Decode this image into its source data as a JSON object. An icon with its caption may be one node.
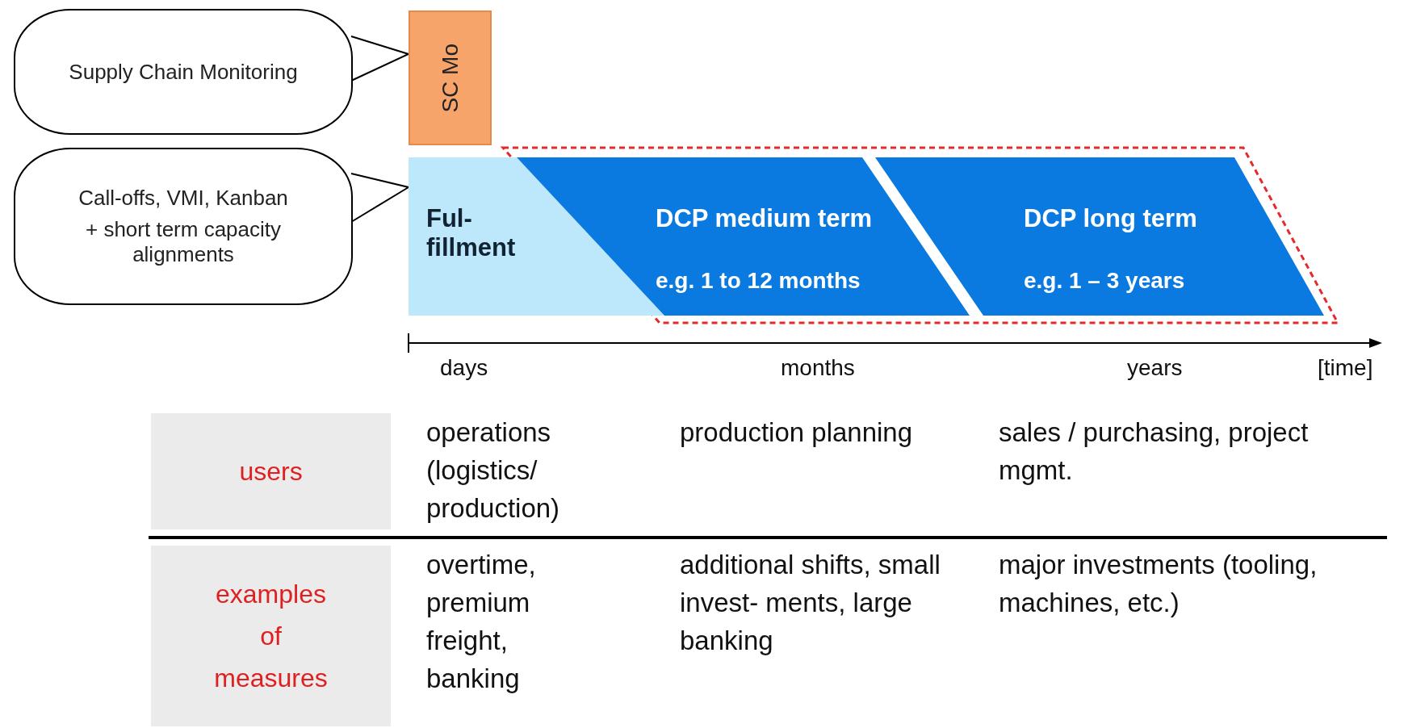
{
  "diagram": {
    "nodes": [
      {
        "text": [
          "Supply Chain Monitoring"
        ]
      },
      {
        "text": [
          "SC Mo"
        ]
      },
      {
        "text": [
          "Call-offs, VMI, Kanban",
          "+ short term capacity alignments"
        ]
      },
      {
        "text": [
          "Ful- fillment"
        ]
      },
      {
        "text": [
          "DCP medium term",
          "e.g. 1 to 12 months"
        ]
      },
      {
        "text": [
          "DCP long term",
          "e.g. 1 – 3 years"
        ]
      }
    ],
    "edges": [
      {
        "from": 0,
        "to": 1,
        "arrow": "to"
      },
      {
        "from": 2,
        "to": 3,
        "arrow": "to"
      }
    ],
    "labels": [
      "days",
      "months",
      "years",
      "[time]",
      "users",
      "operations (logistics/ production)",
      "production planning",
      "sales / purchasing, project mgmt.",
      "examples of measures",
      "overtime, premium freight, banking",
      "additional shifts, small invest- ments, large banking",
      "major investments (tooling, machines, etc.)"
    ]
  }
}
